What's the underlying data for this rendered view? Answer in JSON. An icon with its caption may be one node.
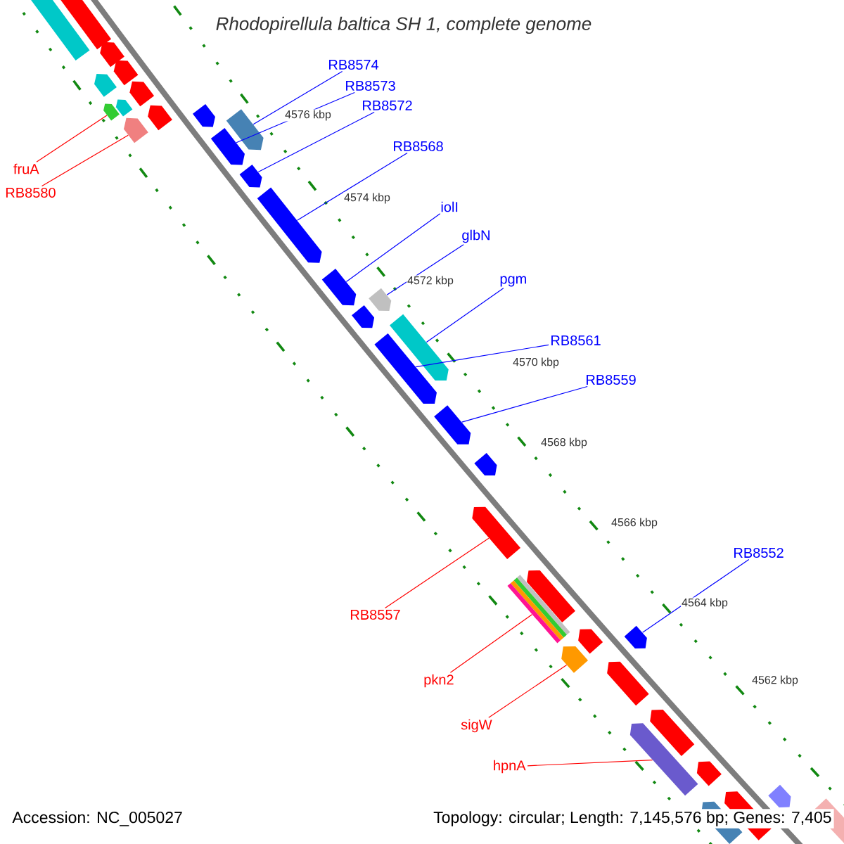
{
  "diagram": {
    "title": "Rhodopirellula baltica SH 1, complete genome",
    "nodes": [
      {
        "text": [
          "RB8574"
        ]
      },
      {
        "text": [
          "RB8573"
        ]
      },
      {
        "text": [
          "RB8572"
        ]
      },
      {
        "text": [
          "RB8568"
        ]
      },
      {
        "text": [
          "fruA"
        ]
      },
      {
        "text": [
          "RB8580"
        ]
      },
      {
        "text": [
          "iolI"
        ]
      },
      {
        "text": [
          "glbN"
        ]
      },
      {
        "text": [
          "pgm"
        ]
      },
      {
        "text": [
          "RB8561"
        ]
      },
      {
        "text": [
          "RB8559"
        ]
      },
      {
        "text": [
          "RB8552"
        ]
      },
      {
        "text": [
          "RB8557"
        ]
      },
      {
        "text": [
          "pkn2"
        ]
      },
      {
        "text": [
          "sigW"
        ]
      },
      {
        "text": [
          "hpnA"
        ]
      },
      {
        "text": [],
        "shape": "pentagon"
      },
      {
        "text": [],
        "shape": "pentagon"
      },
      {
        "text": [],
        "shape": "pentagon"
      },
      {
        "text": [],
        "shape": "pentagon"
      },
      {
        "text": [],
        "shape": "pentagon"
      },
      {
        "text": [],
        "shape": "pentagon"
      },
      {
        "text": [],
        "shape": "pentagon"
      },
      {
        "text": [],
        "shape": "pentagon"
      },
      {
        "text": [],
        "shape": "pentagon"
      },
      {
        "text": [],
        "shape": "pentagon"
      },
      {
        "text": [],
        "shape": "pentagon"
      },
      {
        "text": [],
        "shape": "pentagon"
      },
      {
        "text": [],
        "shape": "pentagon"
      },
      {
        "text": [],
        "shape": "pentagon"
      },
      {
        "text": [],
        "shape": "pentagon"
      },
      {
        "text": [],
        "shape": "pentagon"
      },
      {
        "text": [],
        "shape": "pentagon"
      },
      {
        "text": [],
        "shape": "pentagon"
      },
      {
        "text": [],
        "shape": "pentagon"
      },
      {
        "text": [],
        "shape": "pentagon"
      },
      {
        "text": [],
        "shape": "pentagon"
      },
      {
        "text": [],
        "shape": "pentagon"
      },
      {
        "text": [],
        "shape": "pentagon"
      },
      {
        "text": [],
        "shape": "pentagon"
      },
      {
        "text": [],
        "shape": "pentagon"
      },
      {
        "text": [],
        "shape": "pentagon"
      },
      {
        "text": [],
        "shape": "pentagon"
      },
      {
        "text": [],
        "shape": "pentagon"
      },
      {
        "text": [],
        "shape": "pentagon"
      },
      {
        "text": [],
        "shape": "pentagon"
      },
      {
        "text": [],
        "shape": "bar"
      },
      {
        "text": [],
        "shape": "bar"
      },
      {
        "text": [],
        "shape": "bar"
      },
      {
        "text": [],
        "shape": "bar"
      },
      {
        "text": [],
        "shape": "pentagon"
      },
      {
        "text": [],
        "shape": "pentagon"
      },
      {
        "text": [],
        "shape": "pentagon"
      },
      {
        "text": [],
        "shape": "pentagon"
      },
      {
        "text": [],
        "shape": "pentagon"
      }
    ],
    "edges": [
      {
        "from": 0,
        "to": 27,
        "arrow": "none"
      },
      {
        "from": 1,
        "to": 28,
        "arrow": "none"
      },
      {
        "from": 2,
        "to": 29,
        "arrow": "none"
      },
      {
        "from": 3,
        "to": 30,
        "arrow": "none"
      },
      {
        "from": 4,
        "to": 24,
        "arrow": "none",
        "color": "#ff0000"
      },
      {
        "from": 5,
        "to": 25,
        "arrow": "none",
        "color": "#ff0000"
      },
      {
        "from": 6,
        "to": 31,
        "arrow": "none"
      },
      {
        "from": 7,
        "to": 33,
        "arrow": "none"
      },
      {
        "from": 8,
        "to": 34,
        "arrow": "none"
      },
      {
        "from": 9,
        "to": 35,
        "arrow": "none"
      },
      {
        "from": 10,
        "to": 36,
        "arrow": "none"
      },
      {
        "from": 11,
        "to": 38,
        "arrow": "none"
      },
      {
        "from": 12,
        "to": 39,
        "arrow": "none",
        "color": "#ff0000"
      },
      {
        "from": 13,
        "to": 49,
        "arrow": "none",
        "color": "#ff0000"
      },
      {
        "from": 14,
        "to": 50,
        "arrow": "none",
        "color": "#ff0000"
      },
      {
        "from": 15,
        "to": 51,
        "arrow": "none",
        "color": "#ff0000"
      }
    ],
    "labels": [
      "4576 kbp",
      "4574 kbp",
      "4572 kbp",
      "4570 kbp",
      "4568 kbp",
      "4566 kbp",
      "4564 kbp",
      "4562 kbp",
      "Accession: NC_005027",
      "Topology: circular; Length: 7,145,576 bp; Genes: 7,405"
    ]
  }
}
